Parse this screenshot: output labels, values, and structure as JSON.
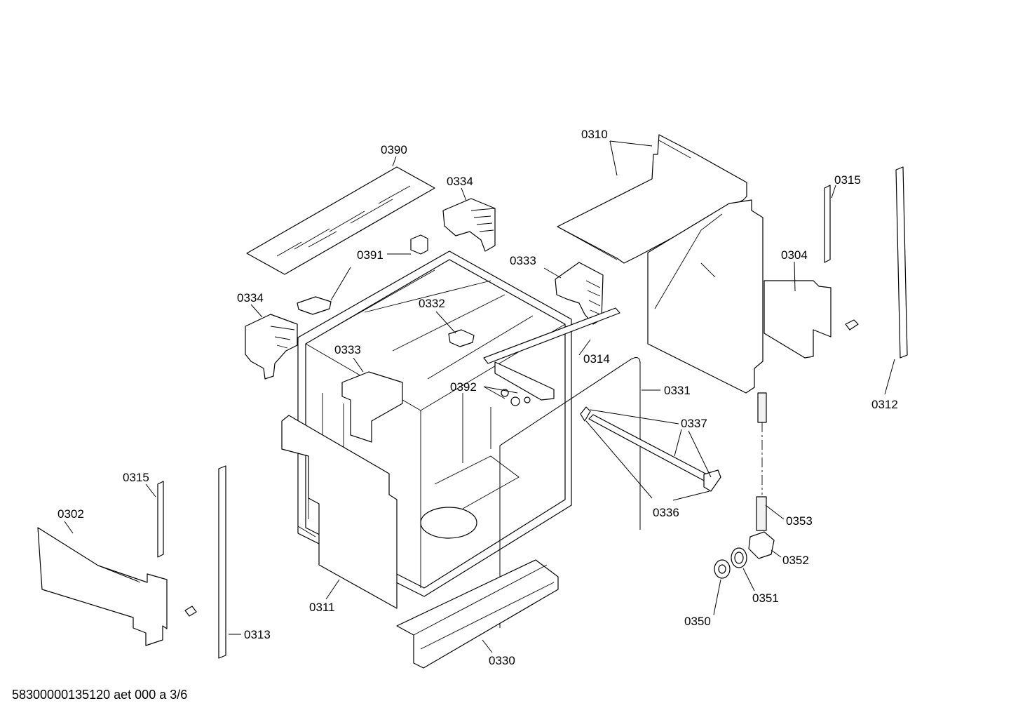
{
  "callouts": {
    "c0390": "0390",
    "c0334a": "0334",
    "c0391": "0391",
    "c0333a": "0333",
    "c0310": "0310",
    "c0315a": "0315",
    "c0304": "0304",
    "c0334b": "0334",
    "c0332": "0332",
    "c0333b": "0333",
    "c0314": "0314",
    "c0392": "0392",
    "c0331": "0331",
    "c0337": "0337",
    "c0312": "0312",
    "c0315b": "0315",
    "c0302": "0302",
    "c0336": "0336",
    "c0353": "0353",
    "c0352": "0352",
    "c0311": "0311",
    "c0351": "0351",
    "c0313": "0313",
    "c0350": "0350",
    "c0330": "0330"
  },
  "footer": {
    "code": "58300000135120 aet 000 a 3/6"
  }
}
